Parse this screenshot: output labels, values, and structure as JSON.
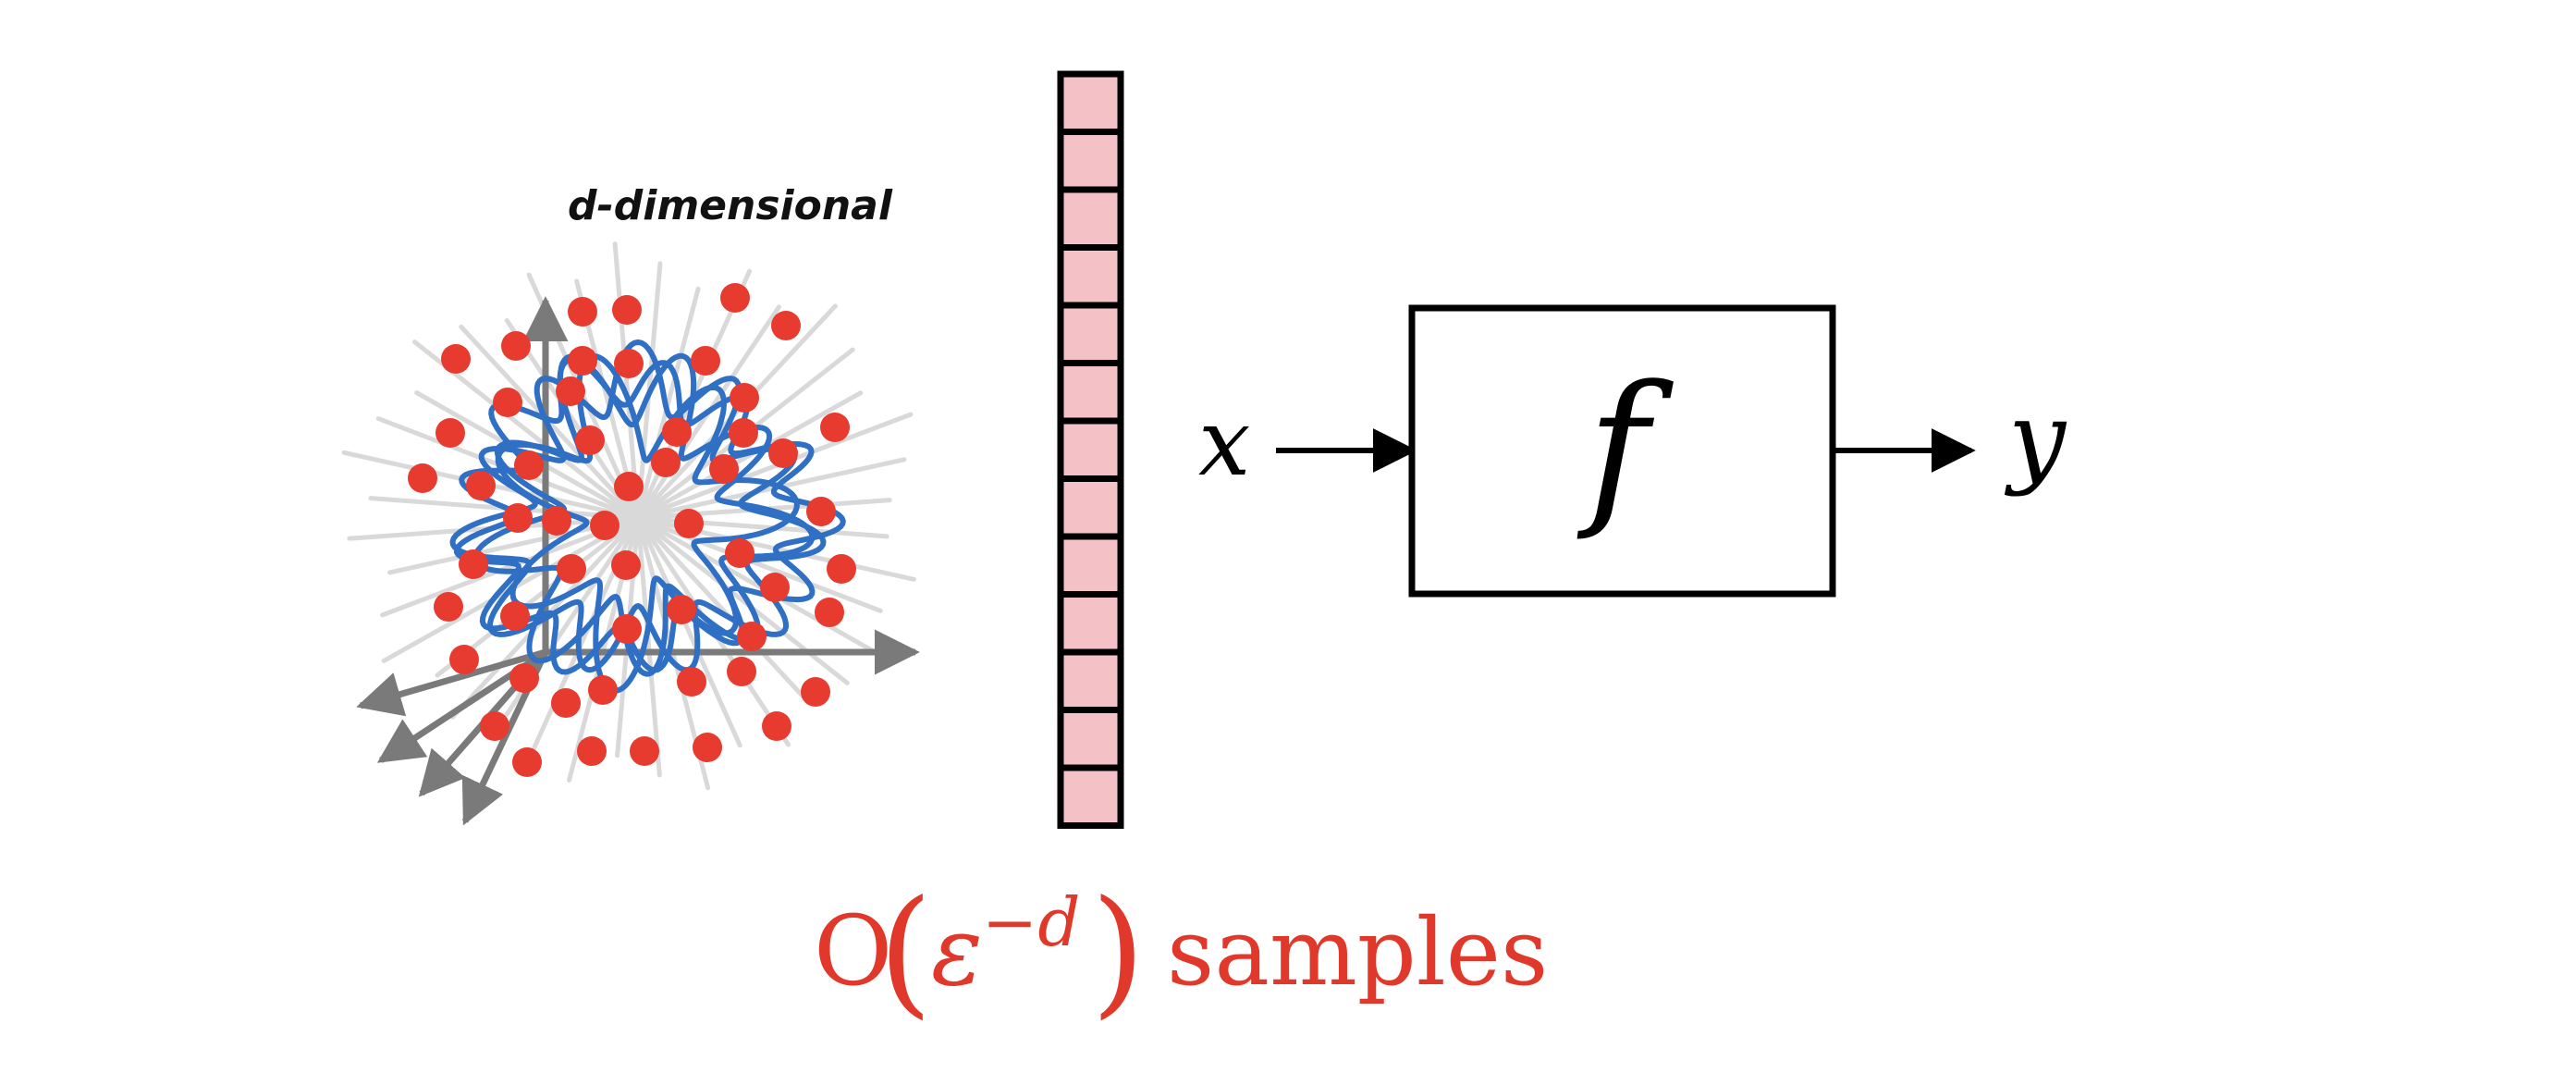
{
  "diagram": {
    "dimension_label": "d-dimensional",
    "input_label": "x",
    "function_label": "f",
    "output_label": "y",
    "samples": {
      "prefix": "O",
      "base": "ε",
      "exponent": "−d",
      "suffix": "samples"
    },
    "vector_cells": 13
  },
  "colors": {
    "point": "#e63b2e",
    "curve": "#2f6fc4",
    "axis": "#7a7a7a",
    "ray": "#d9d9d9",
    "cell_fill": "#f4c2c6",
    "samples_text": "#e0392b",
    "outline": "#000000"
  }
}
